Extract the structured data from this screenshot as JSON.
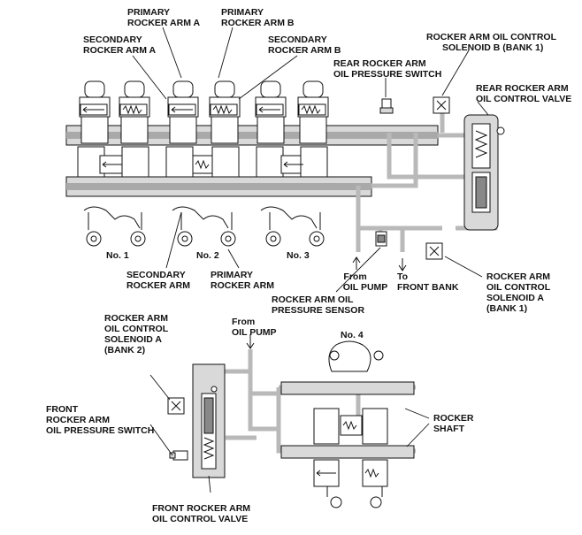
{
  "labels": {
    "primary_rocker_arm_a": [
      "PRIMARY",
      "ROCKER ARM A"
    ],
    "primary_rocker_arm_b": [
      "PRIMARY",
      "ROCKER ARM B"
    ],
    "secondary_rocker_arm_a": [
      "SECONDARY",
      "ROCKER ARM A"
    ],
    "secondary_rocker_arm_b": [
      "SECONDARY",
      "ROCKER ARM B"
    ],
    "rear_oil_pressure_switch": [
      "REAR ROCKER ARM",
      "OIL PRESSURE SWITCH"
    ],
    "solenoid_b_bank1": [
      "ROCKER ARM OIL CONTROL",
      "SOLENOID B (BANK 1)"
    ],
    "rear_oil_control_valve": [
      "REAR ROCKER ARM",
      "OIL CONTROL VALVE"
    ],
    "cyl_no1": "No. 1",
    "cyl_no2": "No. 2",
    "cyl_no3": "No. 3",
    "cyl_no4": "No. 4",
    "secondary_rocker_arm": [
      "SECONDARY",
      "ROCKER ARM"
    ],
    "primary_rocker_arm": [
      "PRIMARY",
      "ROCKER ARM"
    ],
    "from_oil_pump_top": [
      "From",
      "OIL PUMP"
    ],
    "to_front_bank": [
      "To",
      "FRONT BANK"
    ],
    "oil_pressure_sensor": [
      "ROCKER ARM OIL",
      "PRESSURE SENSOR"
    ],
    "solenoid_a_bank1": [
      "ROCKER ARM",
      "OIL CONTROL",
      "SOLENOID A",
      "(BANK 1)"
    ],
    "solenoid_a_bank2": [
      "ROCKER ARM",
      "OIL CONTROL",
      "SOLENOID A",
      "(BANK 2)"
    ],
    "from_oil_pump_bottom": [
      "From",
      "OIL PUMP"
    ],
    "front_oil_pressure_switch": [
      "FRONT",
      "ROCKER ARM",
      "OIL PRESSURE SWITCH"
    ],
    "rocker_shaft": [
      "ROCKER",
      "SHAFT"
    ],
    "front_oil_control_valve": [
      "FRONT ROCKER ARM",
      "OIL CONTROL VALVE"
    ]
  },
  "colors": {
    "oil_passage": "#bfbfbf",
    "line": "#111111",
    "background": "#ffffff"
  }
}
